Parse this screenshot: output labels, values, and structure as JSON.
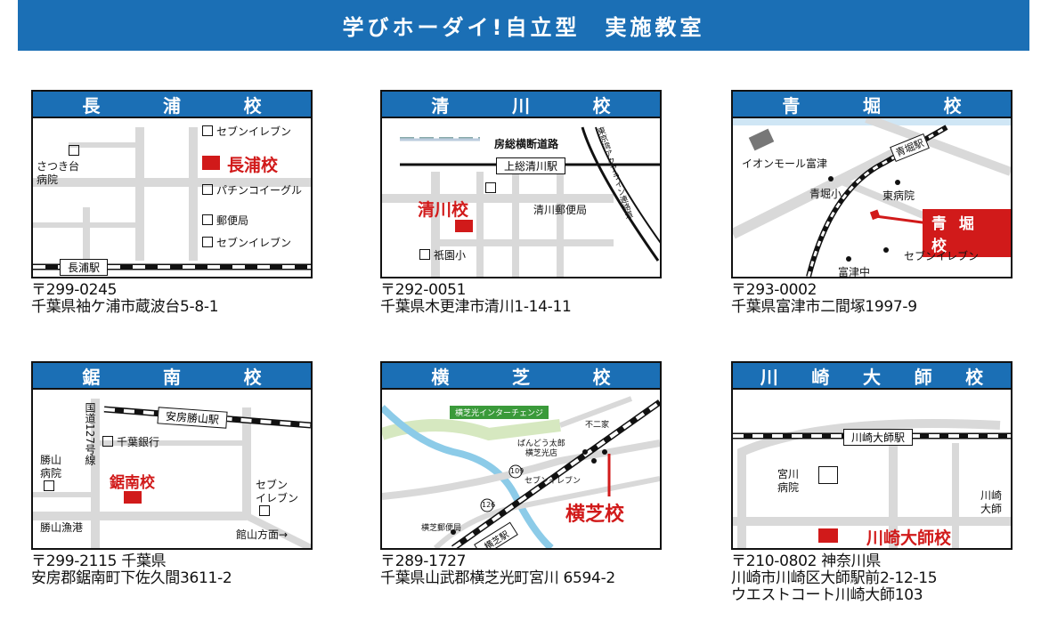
{
  "banner": {
    "title": "学びホーダイ!自立型　実施教室"
  },
  "cards": [
    {
      "title_chars": [
        "長",
        "浦",
        "校"
      ],
      "postal": "〒299-0245",
      "address": "千葉県袖ケ浦市蔵波台5-8-1",
      "labels": {
        "school": "長浦校",
        "hospital": "さつき台\n病院",
        "hospital_l1": "さつき台",
        "hospital_l2": "病院",
        "seven1": "セブンイレブン",
        "pachinko": "パチンコイーグル",
        "post": "郵便局",
        "seven2": "セブンイレブン",
        "station": "長浦駅"
      }
    },
    {
      "title_chars": [
        "清",
        "川",
        "校"
      ],
      "postal": "〒292-0051",
      "address": "千葉県木更津市清川1-14-11",
      "labels": {
        "school": "清川校",
        "road": "房総横断道路",
        "station": "上総清川駅",
        "post": "清川郵便局",
        "elem": "祇園小",
        "highway": "東京湾アクアライン連絡道"
      }
    },
    {
      "title_chars": [
        "青",
        "堀",
        "校"
      ],
      "postal": "〒293-0002",
      "address": "千葉県富津市二間塚1997-9",
      "labels": {
        "school": "青 堀 校",
        "aeon": "イオンモール富津",
        "station": "青堀駅",
        "elem": "青堀小",
        "hospital": "東病院",
        "seven": "セブンイレブン",
        "jhs": "富津中"
      }
    },
    {
      "title_chars": [
        "鋸",
        "南",
        "校"
      ],
      "postal": "〒299-2115 千葉県",
      "address": "安房郡鋸南町下佐久間3611-2",
      "labels": {
        "school": "鋸南校",
        "station": "安房勝山駅",
        "route": "国道127号線",
        "bank": "千葉銀行",
        "hospital_l1": "勝山",
        "hospital_l2": "病院",
        "seven_l1": "セブン",
        "seven_l2": "イレブン",
        "port": "勝山漁港",
        "direction": "館山方面→"
      }
    },
    {
      "title_chars": [
        "横",
        "芝",
        "校"
      ],
      "postal": "〒289-1727",
      "address": "千葉県山武郡横芝光町宮川 6594-2",
      "labels": {
        "school": "横芝校",
        "ic": "横芝光インターチェンジ",
        "funiya": "不二家",
        "bando_l1": "ばんどう太郎",
        "bando_l2": "横芝光店",
        "route126": "126",
        "route109": "109",
        "seven": "セブンイレブン",
        "post": "横芝郵便局",
        "station": "横芝駅"
      }
    },
    {
      "title_chars": [
        "川",
        "崎",
        "大",
        "師",
        "校"
      ],
      "postal": "〒210-0802 神奈川県",
      "address": "川崎市川崎区大師駅前2-12-15",
      "address2": "ウエストコート川崎大師103",
      "labels": {
        "school": "川崎大師校",
        "station": "川崎大師駅",
        "hospital_l1": "宮川",
        "hospital_l2": "病院",
        "area_l1": "川崎",
        "area_l2": "大師"
      }
    }
  ]
}
